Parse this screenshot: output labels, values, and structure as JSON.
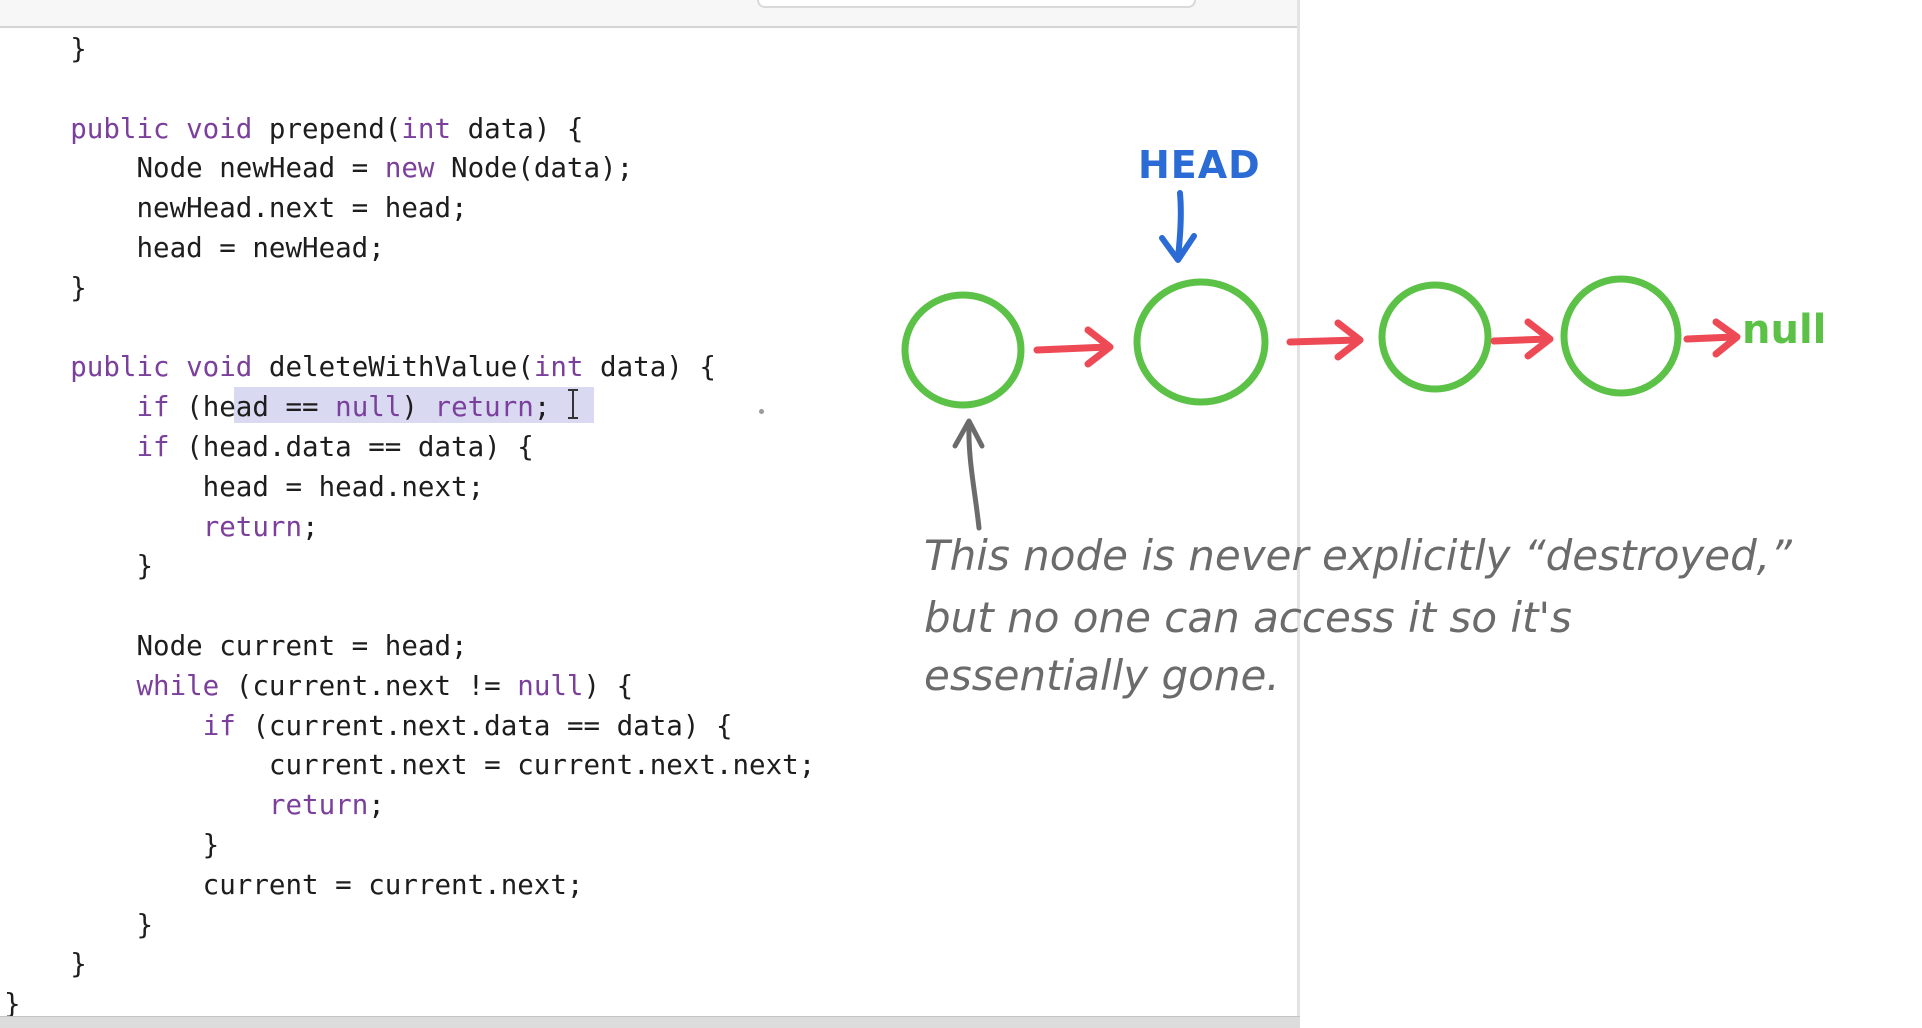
{
  "code_lines": [
    [
      {
        "t": "    }",
        "k": "plain"
      }
    ],
    [],
    [
      {
        "t": "    public void ",
        "k": "kw"
      },
      {
        "t": "prepend(",
        "k": "plain"
      },
      {
        "t": "int",
        "k": "kw"
      },
      {
        "t": " data) {",
        "k": "plain"
      }
    ],
    [
      {
        "t": "        Node newHead = ",
        "k": "plain"
      },
      {
        "t": "new",
        "k": "kw"
      },
      {
        "t": " Node(data);",
        "k": "plain"
      }
    ],
    [
      {
        "t": "        newHead.next = head;",
        "k": "plain"
      }
    ],
    [
      {
        "t": "        head = newHead;",
        "k": "plain"
      }
    ],
    [
      {
        "t": "    }",
        "k": "plain"
      }
    ],
    [],
    [
      {
        "t": "    public void ",
        "k": "kw"
      },
      {
        "t": "deleteWithValue(",
        "k": "plain"
      },
      {
        "t": "int",
        "k": "kw"
      },
      {
        "t": " data) {",
        "k": "plain"
      }
    ],
    [
      {
        "t": "        ",
        "k": "plain"
      },
      {
        "t": "if",
        "k": "kw"
      },
      {
        "t": " (head == ",
        "k": "plain"
      },
      {
        "t": "null",
        "k": "kw"
      },
      {
        "t": ") ",
        "k": "plain"
      },
      {
        "t": "return",
        "k": "kw"
      },
      {
        "t": ";",
        "k": "plain"
      }
    ],
    [
      {
        "t": "        ",
        "k": "plain"
      },
      {
        "t": "if",
        "k": "kw"
      },
      {
        "t": " (head.data == data) {",
        "k": "plain"
      }
    ],
    [
      {
        "t": "            head = head.next;",
        "k": "plain"
      }
    ],
    [
      {
        "t": "            ",
        "k": "plain"
      },
      {
        "t": "return",
        "k": "kw"
      },
      {
        "t": ";",
        "k": "plain"
      }
    ],
    [
      {
        "t": "        }",
        "k": "plain"
      }
    ],
    [],
    [
      {
        "t": "        Node current = head;",
        "k": "plain"
      }
    ],
    [
      {
        "t": "        ",
        "k": "plain"
      },
      {
        "t": "while",
        "k": "kw"
      },
      {
        "t": " (current.next != ",
        "k": "plain"
      },
      {
        "t": "null",
        "k": "kw"
      },
      {
        "t": ") {",
        "k": "plain"
      }
    ],
    [
      {
        "t": "            ",
        "k": "plain"
      },
      {
        "t": "if",
        "k": "kw"
      },
      {
        "t": " (current.next.data == data) {",
        "k": "plain"
      }
    ],
    [
      {
        "t": "                current.next = current.next.next;",
        "k": "plain"
      }
    ],
    [
      {
        "t": "                ",
        "k": "plain"
      },
      {
        "t": "return",
        "k": "kw"
      },
      {
        "t": ";",
        "k": "plain"
      }
    ],
    [
      {
        "t": "            }",
        "k": "plain"
      }
    ],
    [
      {
        "t": "            current = current.next;",
        "k": "plain"
      }
    ],
    [
      {
        "t": "        }",
        "k": "plain"
      }
    ],
    [
      {
        "t": "    }",
        "k": "plain"
      }
    ],
    [
      {
        "t": "}",
        "k": "plain"
      }
    ]
  ],
  "diagram": {
    "head_label": "HEAD",
    "null_label": "null",
    "note_lines": [
      "This node is never explicitly “destroyed,”",
      "but no one can access it so it's",
      "essentially gone."
    ],
    "colors": {
      "node": "#5cc147",
      "arrow": "#ee4a55",
      "head": "#2b6bd6",
      "note": "#6b6b6b"
    }
  },
  "colors": {
    "keyword": "#7b3f9c",
    "text": "#1d1d1d",
    "selection": "#d9d9f1"
  }
}
